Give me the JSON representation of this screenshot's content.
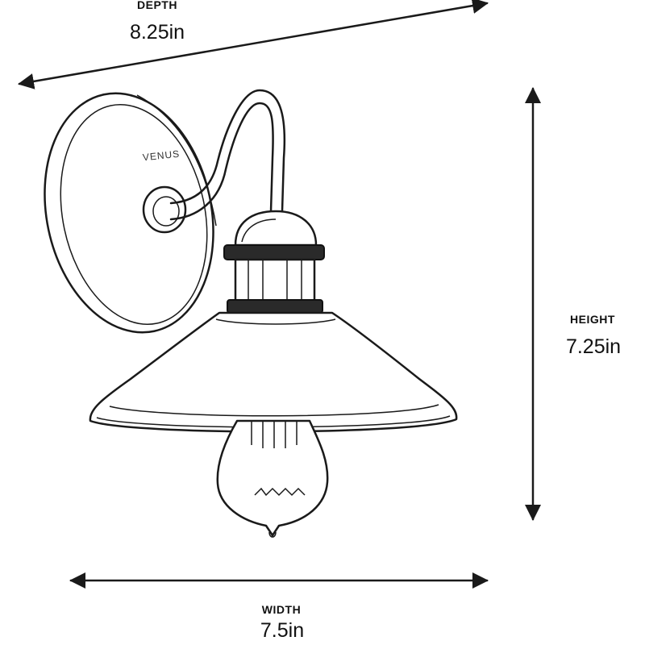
{
  "dimensions": {
    "depth": {
      "label": "DEPTH",
      "value": "8.25in"
    },
    "height": {
      "label": "HEIGHT",
      "value": "7.25in"
    },
    "width": {
      "label": "WIDTH",
      "value": "7.5in"
    }
  },
  "product": {
    "backplate_mark": "VENUS"
  },
  "colors": {
    "line": "#1a1a1a",
    "background": "#ffffff"
  }
}
